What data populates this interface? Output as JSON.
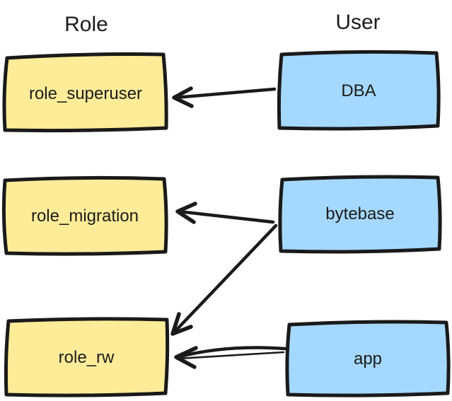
{
  "diagram": {
    "headers": {
      "role_column": "Role",
      "user_column": "User"
    },
    "colors": {
      "role_fill": "#ffec99",
      "user_fill": "#a5d8ff",
      "stroke": "#1a1a1a",
      "text": "#1b1b1b",
      "background": "#ffffff"
    },
    "roles": [
      {
        "label": "role_superuser"
      },
      {
        "label": "role_migration"
      },
      {
        "label": "role_rw"
      }
    ],
    "users": [
      {
        "label": "DBA"
      },
      {
        "label": "bytebase"
      },
      {
        "label": "app"
      }
    ],
    "edges": [
      {
        "from": "DBA",
        "to": "role_superuser"
      },
      {
        "from": "bytebase",
        "to": "role_migration"
      },
      {
        "from": "bytebase",
        "to": "role_rw"
      },
      {
        "from": "app",
        "to": "role_rw"
      }
    ]
  }
}
